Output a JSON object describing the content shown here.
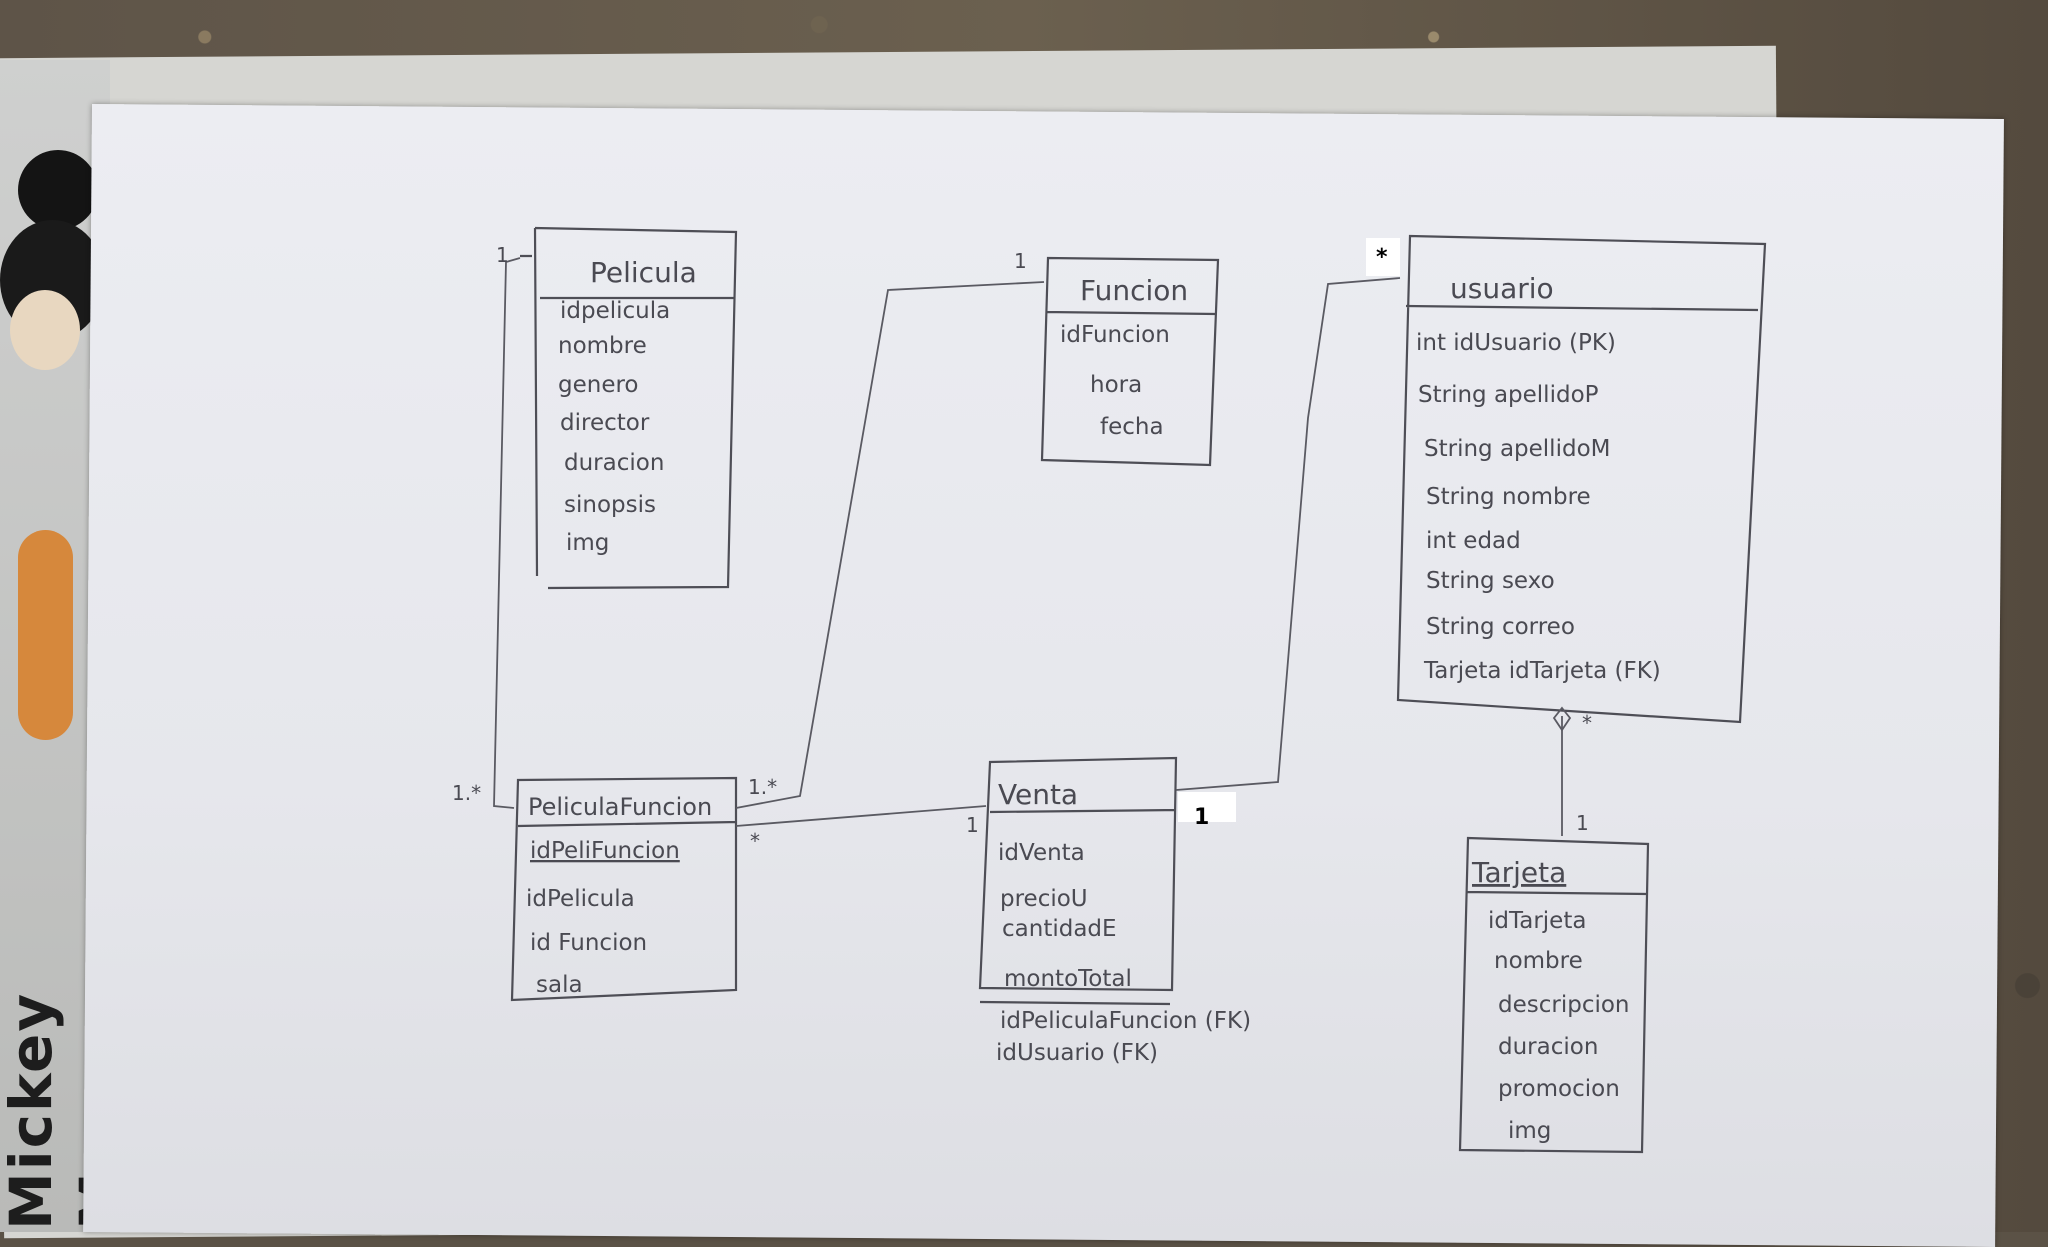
{
  "background_text": {
    "mickey_strip": "Mickey Mouse"
  },
  "classes": {
    "pelicula": {
      "name": "Pelicula",
      "attributes": [
        "idpelicula",
        "nombre",
        "genero",
        "director",
        "duracion",
        "sinopsis",
        "img"
      ]
    },
    "funcion": {
      "name": "Funcion",
      "attributes": [
        "idFuncion",
        "hora",
        "fecha"
      ]
    },
    "usuario": {
      "name": "usuario",
      "attributes": [
        "int idUsuario (PK)",
        "String apellidoP",
        "String apellidoM",
        "String nombre",
        "int edad",
        "String sexo",
        "String correo",
        "Tarjeta idTarjeta (FK)"
      ]
    },
    "pelicula_funcion": {
      "name": "PeliculaFuncion",
      "attributes": [
        "idPeliFuncion",
        "idPelicula",
        "id Funcion",
        "sala"
      ]
    },
    "venta": {
      "name": "Venta",
      "attributes": [
        "idVenta",
        "precioU",
        "cantidadE",
        "montoTotal"
      ],
      "extra_attributes": [
        "idPeliculaFuncion (FK)",
        "idUsuario (FK)"
      ]
    },
    "tarjeta": {
      "name": "Tarjeta",
      "attributes": [
        "idTarjeta",
        "nombre",
        "descripcion",
        "duracion",
        "promocion",
        "img"
      ]
    }
  },
  "multiplicities": {
    "pelicula_top": "1",
    "pelicula_funcion_left": "1.*",
    "funcion_left": "1",
    "pelicula_funcion_right": "1.*",
    "pelicula_funcion_to_venta": "*",
    "venta_left": "1",
    "venta_right_badge": "1",
    "usuario_left_badge": "*",
    "usuario_tarjeta_upper": "*",
    "tarjeta_top": "1"
  },
  "colors": {
    "paper": "#e8e9ee",
    "ink": "#4a4a52",
    "badge_bg": "#ffffff",
    "badge_text": "#000000"
  }
}
